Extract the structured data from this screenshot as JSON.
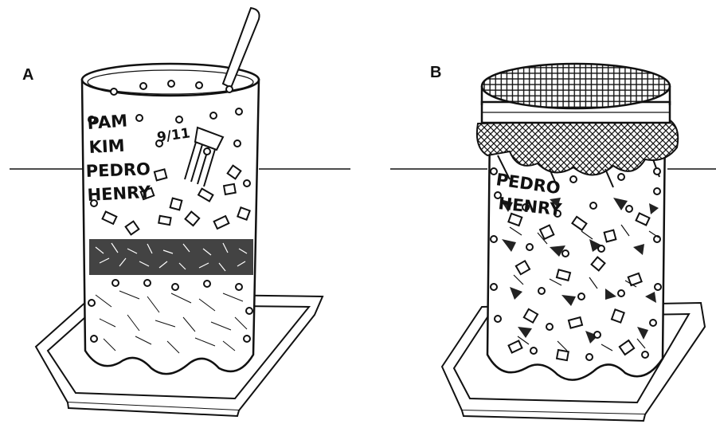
{
  "panels": [
    {
      "label": "A",
      "names": [
        "PAM",
        "KIM",
        "PEDRO",
        "HENRY"
      ],
      "date": "9/11"
    },
    {
      "label": "B",
      "names": [
        "PEDRO",
        "HENRY"
      ]
    }
  ]
}
